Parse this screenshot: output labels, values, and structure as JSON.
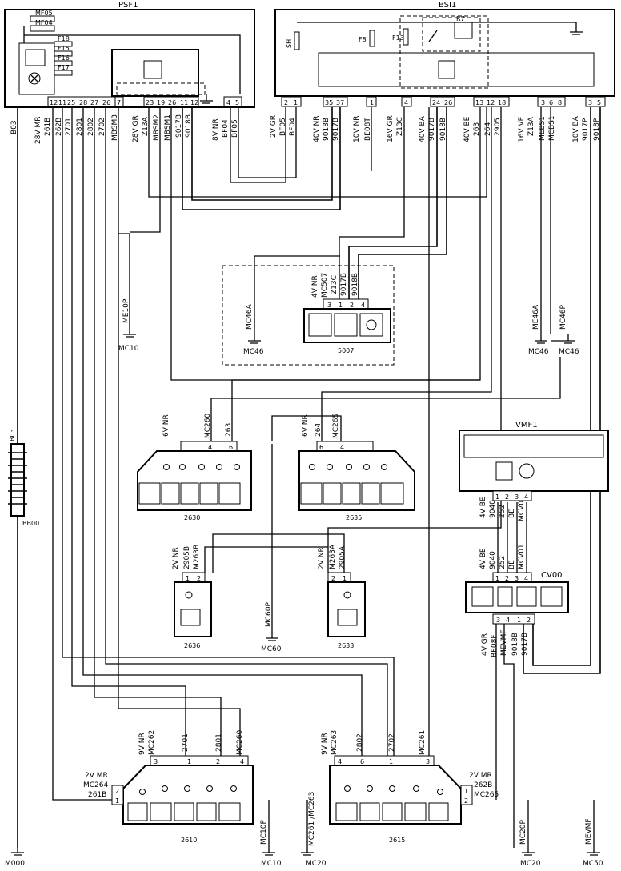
{
  "modules": {
    "psf1": "PSF1",
    "bsi1": "BSI1",
    "vmf1": "VMF1",
    "cv00": "CV00",
    "bb00": "BB00",
    "b03": "B03",
    "sensor_5007": "5007"
  },
  "fuses": {
    "mf05": "MF05",
    "mf04": "MF04",
    "f18": "F18",
    "f15": "F15",
    "f16": "F16",
    "f17": "F17",
    "f8": "F8",
    "f13": "F13",
    "r7": "R7",
    "sh": "SH"
  },
  "connectors": {
    "psf1_pins": [
      "12",
      "11",
      "25",
      "28",
      "27",
      "26",
      "7",
      "23",
      "19",
      "26",
      "11",
      "12",
      "4",
      "5"
    ],
    "bsi_pins_a": [
      "2",
      "1"
    ],
    "bsi_pins_b": [
      "35",
      "37"
    ],
    "bsi_pin_c": "1",
    "bsi_pin_d": "4",
    "bsi_pins_e": [
      "24",
      "26"
    ],
    "bsi_pins_f": [
      "13",
      "12",
      "18"
    ],
    "bsi_pins_g": [
      "3",
      "6",
      "8"
    ],
    "bsi_pins_h": [
      "3",
      "5"
    ]
  },
  "wires": {
    "w_b03": "B03",
    "w_28v_mr": "28V MR",
    "w_261b": "261B",
    "w_262b": "262B",
    "w_2701": "2701",
    "w_2801": "2801",
    "w_2802": "2802",
    "w_2702": "2702",
    "w_mbsm3": "MBSM3",
    "w_28v_gr": "28V GR",
    "w_z13a": "Z13A",
    "w_mbsm2": "MBSM2",
    "w_mbsm1": "MBSM1",
    "w_9017b": "9017B",
    "w_9018b": "9018B",
    "w_8v_nr": "8V NR",
    "w_bf04": "BF04",
    "w_bf05": "BF05",
    "w_2v_gr": "2V GR",
    "w_bf05b": "BF05",
    "w_bf04b": "BF04",
    "w_40v_nr": "40V NR",
    "w_9018b_2": "9018B",
    "w_9017b_2": "9017B",
    "w_10v_nr": "10V NR",
    "w_be08t": "BE08T",
    "w_16v_gr": "16V GR",
    "w_z13c": "Z13C",
    "w_40v_ba": "40V BA",
    "w_9017b_3": "9017B",
    "w_9018b_3": "9018B",
    "w_40v_be": "40V BE",
    "w_263": "263",
    "w_264": "264",
    "w_2905": "2905",
    "w_16v_ve": "16V VE",
    "w_z13a_2": "Z13A",
    "w_mebs1": "MEBS1",
    "w_mcbs1": "MCBS1",
    "w_10v_ba": "10V BA",
    "w_9017p": "9017P",
    "w_9018p": "9018P",
    "w_4v_nr": "4V NR",
    "w_mc507": "MC507",
    "w_z13c_2": "Z13C",
    "w_9017b_4": "9017B",
    "w_9018b_4": "9018B",
    "w_6v_nr_a": "6V NR",
    "w_mc260": "MC260",
    "w_263b": "263",
    "w_6v_nr_b": "6V NR",
    "w_264b": "264",
    "w_mc265": "MC265",
    "w_2v_nr_a": "2V NR",
    "w_2905b": "2905B",
    "w_m263b": "M263B",
    "w_2v_nr_b": "2V NR",
    "w_m263a": "M263A",
    "w_2905a": "2905A",
    "w_4v_be_a": "4V BE",
    "w_9040_a": "9040",
    "w_252_a": "252",
    "w_be_a": "BE",
    "w_mcv01_a": "MCV01",
    "w_4v_be_b": "4V BE",
    "w_9040_b": "9040",
    "w_252_b": "252",
    "w_be_b": "BE",
    "w_mcv01_b": "MCV01",
    "w_4v_gr": "4V GR",
    "w_be08f": "BE08F",
    "w_mevmf": "MEVMF",
    "w_9018b_5": "9018B",
    "w_9017b_5": "9017B",
    "w_9v_nr_a": "9V NR",
    "w_mc262": "MC262",
    "w_2701b": "2701",
    "w_2801b": "2801",
    "w_mc260b": "MC260",
    "w_9v_nr_b": "9V NR",
    "w_mc263": "MC263",
    "w_2802b": "2802",
    "w_2702b": "2702",
    "w_mc261": "MC261",
    "w_2v_mr_a": "2V MR",
    "w_mc264": "MC264",
    "w_261b_b": "261B",
    "w_2v_mr_b": "2V MR",
    "w_262b_b": "262B",
    "w_mc265_b": "MC265"
  },
  "grounds": {
    "me10p": "ME10P",
    "mc10": "MC10",
    "mc46a": "MC46A",
    "mc46": "MC46",
    "me46a": "ME46A",
    "mc46_b": "MC46",
    "mc46p": "MC46P",
    "mc46_c": "MC46",
    "mc60p": "MC60P",
    "mc60": "MC60",
    "m000": "M000",
    "mc10p": "MC10P",
    "mc10_b": "MC10",
    "mc261_mc263": "MC261 /MC263",
    "mc20": "MC20",
    "mc20p": "MC20P",
    "mc20_b": "MC20",
    "mevmf": "MEVMF",
    "mc50": "MC50"
  },
  "components": {
    "c2630": "2630",
    "c2635": "2635",
    "c2636": "2636",
    "c2633": "2633",
    "c2610": "2610",
    "c2615": "2615"
  },
  "pin_numbers": {
    "p5007": [
      "3",
      "1",
      "2",
      "4"
    ],
    "p2630": [
      "4",
      "6"
    ],
    "p2635": [
      "6",
      "4"
    ],
    "p2636": [
      "1",
      "2"
    ],
    "p2633": [
      "2",
      "1"
    ],
    "pvmf": [
      "1",
      "2",
      "3",
      "4"
    ],
    "pcv_top": [
      "1",
      "2",
      "3",
      "4"
    ],
    "pcv_bot": [
      "3",
      "4",
      "1",
      "2"
    ],
    "p2610_top": [
      "3",
      "1",
      "2",
      "4"
    ],
    "p2610_side": [
      "2",
      "1"
    ],
    "p2615_top": [
      "4",
      "6",
      "1",
      "3"
    ],
    "p2615_side": [
      "1",
      "2"
    ]
  },
  "colors": {
    "line": "#000000",
    "background": "#ffffff"
  }
}
